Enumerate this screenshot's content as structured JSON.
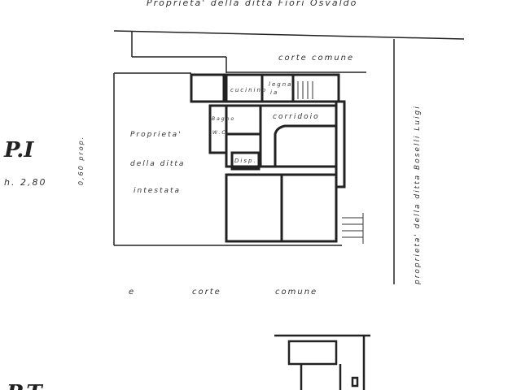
{
  "plan": {
    "top_neighbor": "Proprieta' della ditta Fiori Osvaldo",
    "top_court": "corte comune",
    "rooms": {
      "kitchenette": "cucinino",
      "woodshed_1": "legna-",
      "woodshed_2": "ia",
      "corridor": "corridoio",
      "bath_1": "Bagno",
      "bath_2": "W.C.",
      "pantry": "Disp."
    },
    "left_owner_1": "Proprieta'",
    "left_owner_2": "della ditta",
    "left_owner_3": "intestata",
    "wall_note": "0,60 prop.",
    "right_neighbor": "proprieta' della ditta Boselli Luigi",
    "bottom_court_1": "e",
    "bottom_court_2": "corte",
    "bottom_court_3": "comune"
  },
  "floor": {
    "label": "P.I",
    "height": "h. 2,80",
    "next_label": "P.T"
  }
}
